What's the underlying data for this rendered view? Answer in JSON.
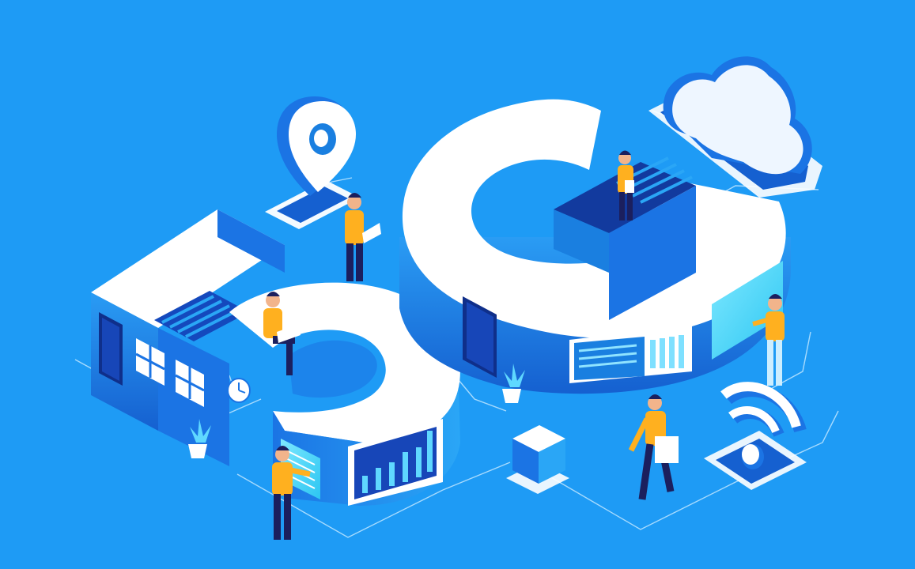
{
  "illustration": {
    "theme": "5G network isometric illustration",
    "glyphs": [
      "5",
      "G"
    ],
    "icons": [
      "location-pin-icon",
      "cloud-icon",
      "wifi-icon",
      "clock-icon",
      "server-box-icon",
      "potted-plant-icon"
    ],
    "colors": {
      "background": "#1e9bf5",
      "surface": "#ffffff",
      "side": "#1a7fe0",
      "side_dark": "#1558c9",
      "accent_cyan": "#3fd0f5",
      "person_shirt": "#ffb01f",
      "person_pants": "#1b1f5e",
      "skin": "#f2b48b"
    }
  }
}
